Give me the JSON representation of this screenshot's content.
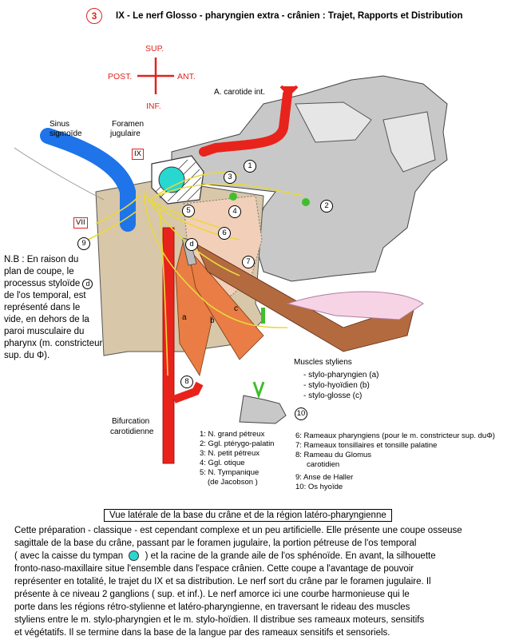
{
  "header": {
    "number": "3",
    "title": "IX -  Le nerf Glosso - pharyngien extra - crânien : Trajet, Rapports et  Distribution"
  },
  "orientation": {
    "sup": "SUP.",
    "inf": "INF.",
    "post": "POST.",
    "ant": "ANT."
  },
  "labels": {
    "carotide_int": "A. carotide int.",
    "sinus": [
      "Sinus",
      "sigmoïde"
    ],
    "foramen": [
      "Foramen",
      "jugulaire"
    ],
    "ix": "IX",
    "vii": "VII",
    "d": "d",
    "a": "a",
    "b": "b",
    "c": "c",
    "muscles_title": "Muscles styliens",
    "muscles": [
      "- stylo-pharyngien (a)",
      "- stylo-hyoïdien  (b)",
      "- stylo-glosse  (c)"
    ],
    "bifurcation": [
      "Bifurcation",
      "carotidienne"
    ]
  },
  "circle_numbers": [
    "1",
    "2",
    "3",
    "4",
    "5",
    "6",
    "7",
    "8",
    "9",
    "10"
  ],
  "nb_text": [
    "N.B : En raison du",
    "plan de coupe, le",
    "processus styloïde",
    "de l'os temporal, est",
    "représenté dans le",
    "vide, en dehors de la",
    "paroi musculaire du",
    "pharynx (m. constricteur",
    "sup. du"
  ],
  "legend_left": [
    "1: N. grand pétreux",
    "2: Ggl. ptérygo-palatin",
    "3: N. petit pétreux",
    "4: Ggl. otique",
    "5:  N. Tympanique",
    "(de Jacobson )"
  ],
  "legend_right": [
    "6: Rameaux pharyngiens (pour le m. constricteur sup. du",
    "7: Rameaux tonsillaires et tonsille palatine",
    "8: Rameau du Glomus",
    "carotidien",
    "9: Anse de Haller",
    "10: Os hyoïde"
  ],
  "phi": "Φ",
  "caption": "Vue latérale de la base du crâne et de la région  latéro-pharyngienne",
  "paragraph": [
    "Cette préparation - classique - est cependant complexe et un peu artificielle.  Elle présente une coupe   osseuse",
    "sagittale de la base du crâne, passant par le foramen jugulaire, la portion pétreuse de l'os temporal",
    "( avec la caisse du tympan",
    ") et la racine de la grande aile de l'os sphénoïde. En avant, la silhouette",
    "fronto-naso-maxillaire situe l'ensemble dans l'espace crânien. Cette coupe a l'avantage de pouvoir",
    "représenter en totalité, le trajet du IX et sa distribution. Le nerf sort du crâne par le foramen jugulaire. Il",
    "présente à ce niveau 2 ganglions ( sup. et inf.). Le nerf amorce ici une courbe harmonieuse qui le",
    "porte dans les régions rétro-stylienne  et  latéro-pharyngienne, en traversant le rideau des muscles",
    "styliens entre le m. stylo-pharyngien et le m. stylo-hoïdien. Il distribue ses rameaux moteurs, sensitifs",
    "et végétatifs.  Il se termine dans la base de la langue par des rameaux sensitifs et sensoriels."
  ],
  "colors": {
    "bone": "#c8c8c8",
    "artery": "#e8231c",
    "vein": "#1e74e8",
    "muscle": "#e97d45",
    "tan": "#d8c7a9",
    "pink": "#f2cfb8",
    "nerve": "#f0e050",
    "green": "#3fbf2c",
    "tympan": "#27d7d0"
  }
}
